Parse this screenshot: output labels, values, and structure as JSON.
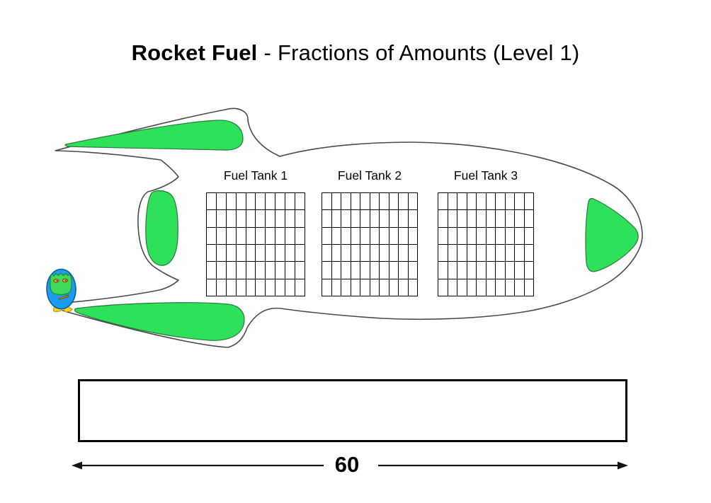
{
  "title": {
    "bold": "Rocket Fuel",
    "separator": "-",
    "rest": "Fractions of Amounts (Level 1)"
  },
  "rocket": {
    "fin_color": "#2EE05A",
    "outline_color": "#4a4a4a",
    "body_fill": "#ffffff",
    "mascot": {
      "name": "blue-alien-mascot",
      "body_color": "#1D9BF0",
      "body_outline": "#0d5f9a",
      "face_color": "#3FD95F",
      "face_outline": "#1d8f3a",
      "eye_color": "#E8A33D",
      "feet_color": "#FFD21E",
      "mouth_color": "#caa11f"
    }
  },
  "fuel_tanks": [
    {
      "label": "Fuel Tank 1",
      "rows": 6,
      "columns": 10,
      "shaded_cells": 0
    },
    {
      "label": "Fuel Tank 2",
      "rows": 6,
      "columns": 10,
      "shaded_cells": 0
    },
    {
      "label": "Fuel Tank 3",
      "rows": 6,
      "columns": 10,
      "shaded_cells": 0
    }
  ],
  "bar_model": {
    "total_label": "60",
    "content": ""
  }
}
